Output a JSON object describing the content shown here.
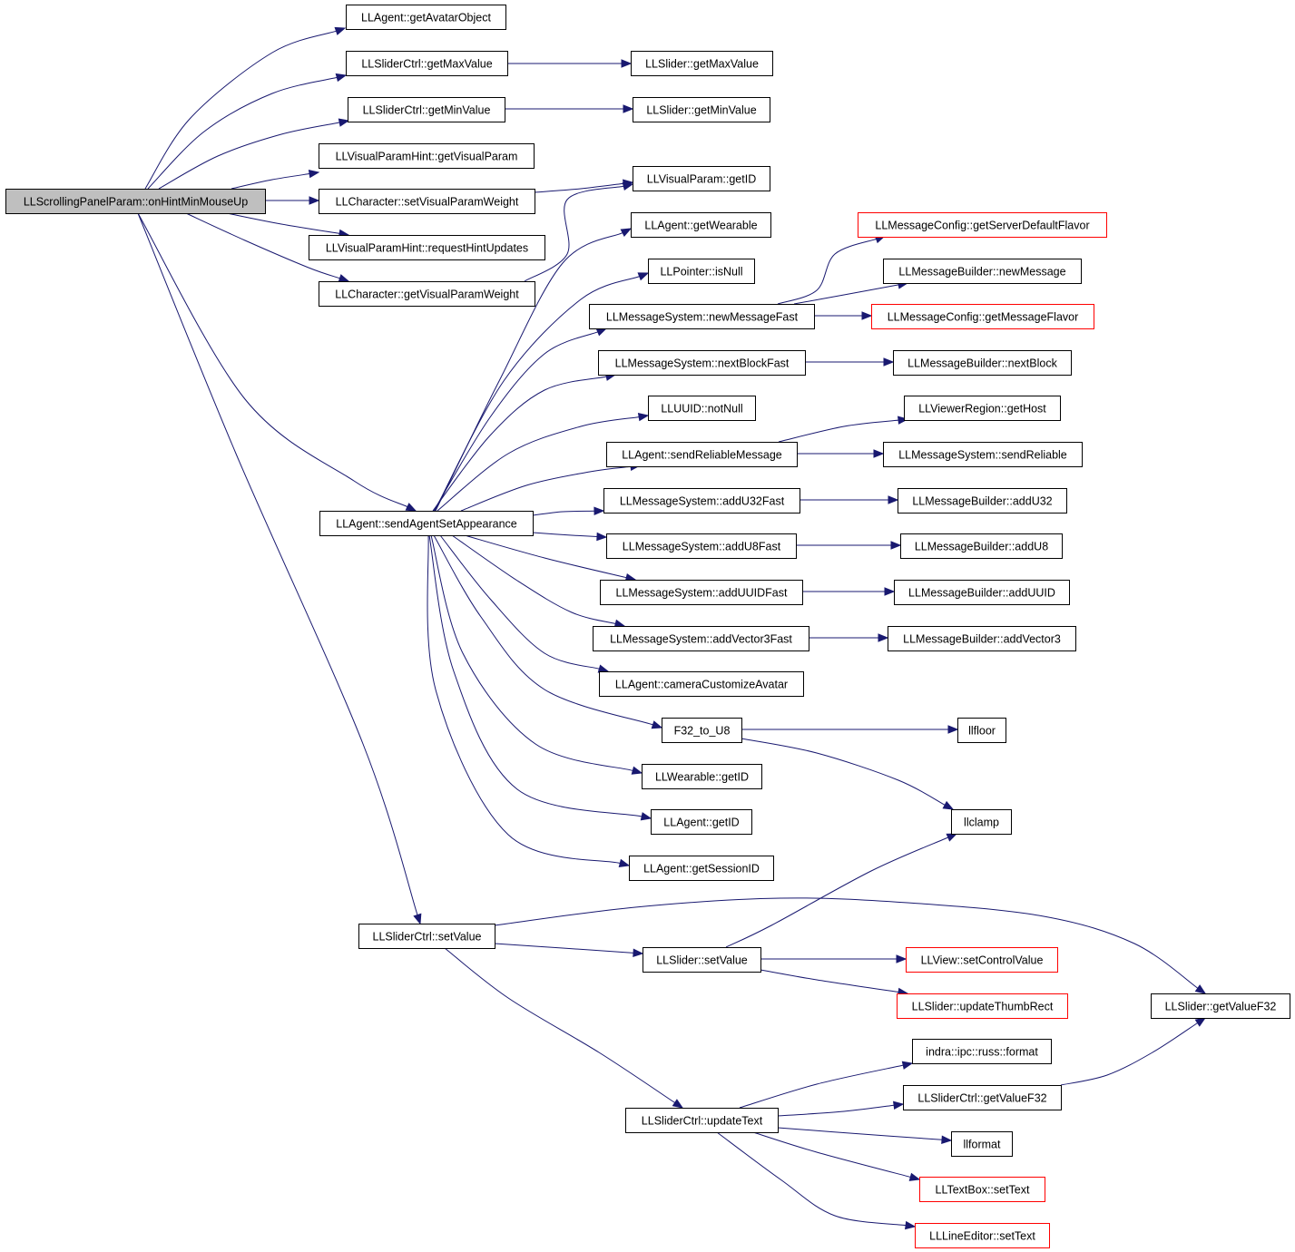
{
  "colors": {
    "edge": "#191970",
    "node_border": "#000000",
    "truncated_border": "#ff0000",
    "root_fill": "#bfbfbf",
    "node_fill": "#ffffff",
    "background": "#ffffff"
  },
  "nodes": [
    {
      "id": "root",
      "label": "LLScrollingPanelParam::onHintMinMouseUp",
      "style": "root"
    },
    {
      "id": "getAvatarObject",
      "label": "LLAgent::getAvatarObject",
      "style": "normal"
    },
    {
      "id": "sc_getMaxValue",
      "label": "LLSliderCtrl::getMaxValue",
      "style": "normal"
    },
    {
      "id": "s_getMaxValue",
      "label": "LLSlider::getMaxValue",
      "style": "normal"
    },
    {
      "id": "sc_getMinValue",
      "label": "LLSliderCtrl::getMinValue",
      "style": "normal"
    },
    {
      "id": "s_getMinValue",
      "label": "LLSlider::getMinValue",
      "style": "normal"
    },
    {
      "id": "vph_getVisualParam",
      "label": "LLVisualParamHint::getVisualParam",
      "style": "normal"
    },
    {
      "id": "setVisualParamWeight",
      "label": "LLCharacter::setVisualParamWeight",
      "style": "normal"
    },
    {
      "id": "vp_getID",
      "label": "LLVisualParam::getID",
      "style": "normal"
    },
    {
      "id": "requestHintUpdates",
      "label": "LLVisualParamHint::requestHintUpdates",
      "style": "normal"
    },
    {
      "id": "getVisualParamWeight",
      "label": "LLCharacter::getVisualParamWeight",
      "style": "normal"
    },
    {
      "id": "getWearable",
      "label": "LLAgent::getWearable",
      "style": "normal"
    },
    {
      "id": "getServerDefaultFlavor",
      "label": "LLMessageConfig::getServerDefaultFlavor",
      "style": "truncated"
    },
    {
      "id": "isNull",
      "label": "LLPointer::isNull",
      "style": "normal"
    },
    {
      "id": "newMessage",
      "label": "LLMessageBuilder::newMessage",
      "style": "normal"
    },
    {
      "id": "newMessageFast",
      "label": "LLMessageSystem::newMessageFast",
      "style": "normal"
    },
    {
      "id": "getMessageFlavor",
      "label": "LLMessageConfig::getMessageFlavor",
      "style": "truncated"
    },
    {
      "id": "nextBlockFast",
      "label": "LLMessageSystem::nextBlockFast",
      "style": "normal"
    },
    {
      "id": "nextBlock",
      "label": "LLMessageBuilder::nextBlock",
      "style": "normal"
    },
    {
      "id": "notNull",
      "label": "LLUUID::notNull",
      "style": "normal"
    },
    {
      "id": "getHost",
      "label": "LLViewerRegion::getHost",
      "style": "normal"
    },
    {
      "id": "sendReliableMessage",
      "label": "LLAgent::sendReliableMessage",
      "style": "normal"
    },
    {
      "id": "sendReliable",
      "label": "LLMessageSystem::sendReliable",
      "style": "normal"
    },
    {
      "id": "addU32Fast",
      "label": "LLMessageSystem::addU32Fast",
      "style": "normal"
    },
    {
      "id": "addU32",
      "label": "LLMessageBuilder::addU32",
      "style": "normal"
    },
    {
      "id": "sendAgentSetAppearance",
      "label": "LLAgent::sendAgentSetAppearance",
      "style": "normal"
    },
    {
      "id": "addU8Fast",
      "label": "LLMessageSystem::addU8Fast",
      "style": "normal"
    },
    {
      "id": "addU8",
      "label": "LLMessageBuilder::addU8",
      "style": "normal"
    },
    {
      "id": "addUUIDFast",
      "label": "LLMessageSystem::addUUIDFast",
      "style": "normal"
    },
    {
      "id": "addUUID",
      "label": "LLMessageBuilder::addUUID",
      "style": "normal"
    },
    {
      "id": "addVector3Fast",
      "label": "LLMessageSystem::addVector3Fast",
      "style": "normal"
    },
    {
      "id": "addVector3",
      "label": "LLMessageBuilder::addVector3",
      "style": "normal"
    },
    {
      "id": "cameraCustomizeAvatar",
      "label": "LLAgent::cameraCustomizeAvatar",
      "style": "normal"
    },
    {
      "id": "F32_to_U8",
      "label": "F32_to_U8",
      "style": "normal"
    },
    {
      "id": "llfloor",
      "label": "llfloor",
      "style": "normal"
    },
    {
      "id": "w_getID",
      "label": "LLWearable::getID",
      "style": "normal"
    },
    {
      "id": "llclamp",
      "label": "llclamp",
      "style": "normal"
    },
    {
      "id": "a_getID",
      "label": "LLAgent::getID",
      "style": "normal"
    },
    {
      "id": "getSessionID",
      "label": "LLAgent::getSessionID",
      "style": "normal"
    },
    {
      "id": "sc_setValue",
      "label": "LLSliderCtrl::setValue",
      "style": "normal"
    },
    {
      "id": "s_setValue",
      "label": "LLSlider::setValue",
      "style": "normal"
    },
    {
      "id": "setControlValue",
      "label": "LLView::setControlValue",
      "style": "truncated"
    },
    {
      "id": "updateThumbRect",
      "label": "LLSlider::updateThumbRect",
      "style": "truncated"
    },
    {
      "id": "s_getValueF32",
      "label": "LLSlider::getValueF32",
      "style": "normal"
    },
    {
      "id": "russ_format",
      "label": "indra::ipc::russ::format",
      "style": "normal"
    },
    {
      "id": "sc_getValueF32",
      "label": "LLSliderCtrl::getValueF32",
      "style": "normal"
    },
    {
      "id": "updateText",
      "label": "LLSliderCtrl::updateText",
      "style": "normal"
    },
    {
      "id": "llformat",
      "label": "llformat",
      "style": "normal"
    },
    {
      "id": "tb_setText",
      "label": "LLTextBox::setText",
      "style": "truncated"
    },
    {
      "id": "le_setText",
      "label": "LLLineEditor::setText",
      "style": "truncated"
    }
  ],
  "edges": [
    {
      "from": "root",
      "to": "getAvatarObject"
    },
    {
      "from": "root",
      "to": "sc_getMaxValue"
    },
    {
      "from": "root",
      "to": "sc_getMinValue"
    },
    {
      "from": "root",
      "to": "vph_getVisualParam"
    },
    {
      "from": "root",
      "to": "setVisualParamWeight"
    },
    {
      "from": "root",
      "to": "requestHintUpdates"
    },
    {
      "from": "root",
      "to": "getVisualParamWeight"
    },
    {
      "from": "root",
      "to": "sendAgentSetAppearance"
    },
    {
      "from": "root",
      "to": "sc_setValue"
    },
    {
      "from": "sc_getMaxValue",
      "to": "s_getMaxValue"
    },
    {
      "from": "sc_getMinValue",
      "to": "s_getMinValue"
    },
    {
      "from": "setVisualParamWeight",
      "to": "vp_getID"
    },
    {
      "from": "getVisualParamWeight",
      "to": "vp_getID"
    },
    {
      "from": "sendAgentSetAppearance",
      "to": "getWearable"
    },
    {
      "from": "sendAgentSetAppearance",
      "to": "isNull"
    },
    {
      "from": "sendAgentSetAppearance",
      "to": "newMessageFast"
    },
    {
      "from": "sendAgentSetAppearance",
      "to": "nextBlockFast"
    },
    {
      "from": "sendAgentSetAppearance",
      "to": "notNull"
    },
    {
      "from": "sendAgentSetAppearance",
      "to": "sendReliableMessage"
    },
    {
      "from": "sendAgentSetAppearance",
      "to": "addU32Fast"
    },
    {
      "from": "sendAgentSetAppearance",
      "to": "addU8Fast"
    },
    {
      "from": "sendAgentSetAppearance",
      "to": "addUUIDFast"
    },
    {
      "from": "sendAgentSetAppearance",
      "to": "addVector3Fast"
    },
    {
      "from": "sendAgentSetAppearance",
      "to": "cameraCustomizeAvatar"
    },
    {
      "from": "sendAgentSetAppearance",
      "to": "F32_to_U8"
    },
    {
      "from": "sendAgentSetAppearance",
      "to": "w_getID"
    },
    {
      "from": "sendAgentSetAppearance",
      "to": "a_getID"
    },
    {
      "from": "sendAgentSetAppearance",
      "to": "getSessionID"
    },
    {
      "from": "newMessageFast",
      "to": "getServerDefaultFlavor"
    },
    {
      "from": "newMessageFast",
      "to": "newMessage"
    },
    {
      "from": "newMessageFast",
      "to": "getMessageFlavor"
    },
    {
      "from": "nextBlockFast",
      "to": "nextBlock"
    },
    {
      "from": "sendReliableMessage",
      "to": "getHost"
    },
    {
      "from": "sendReliableMessage",
      "to": "sendReliable"
    },
    {
      "from": "addU32Fast",
      "to": "addU32"
    },
    {
      "from": "addU8Fast",
      "to": "addU8"
    },
    {
      "from": "addUUIDFast",
      "to": "addUUID"
    },
    {
      "from": "addVector3Fast",
      "to": "addVector3"
    },
    {
      "from": "F32_to_U8",
      "to": "llfloor"
    },
    {
      "from": "F32_to_U8",
      "to": "llclamp"
    },
    {
      "from": "sc_setValue",
      "to": "s_getValueF32"
    },
    {
      "from": "sc_setValue",
      "to": "s_setValue"
    },
    {
      "from": "sc_setValue",
      "to": "updateText"
    },
    {
      "from": "s_setValue",
      "to": "llclamp"
    },
    {
      "from": "s_setValue",
      "to": "setControlValue"
    },
    {
      "from": "s_setValue",
      "to": "updateThumbRect"
    },
    {
      "from": "updateText",
      "to": "russ_format"
    },
    {
      "from": "updateText",
      "to": "sc_getValueF32"
    },
    {
      "from": "updateText",
      "to": "llformat"
    },
    {
      "from": "updateText",
      "to": "tb_setText"
    },
    {
      "from": "updateText",
      "to": "le_setText"
    },
    {
      "from": "sc_getValueF32",
      "to": "s_getValueF32"
    }
  ]
}
